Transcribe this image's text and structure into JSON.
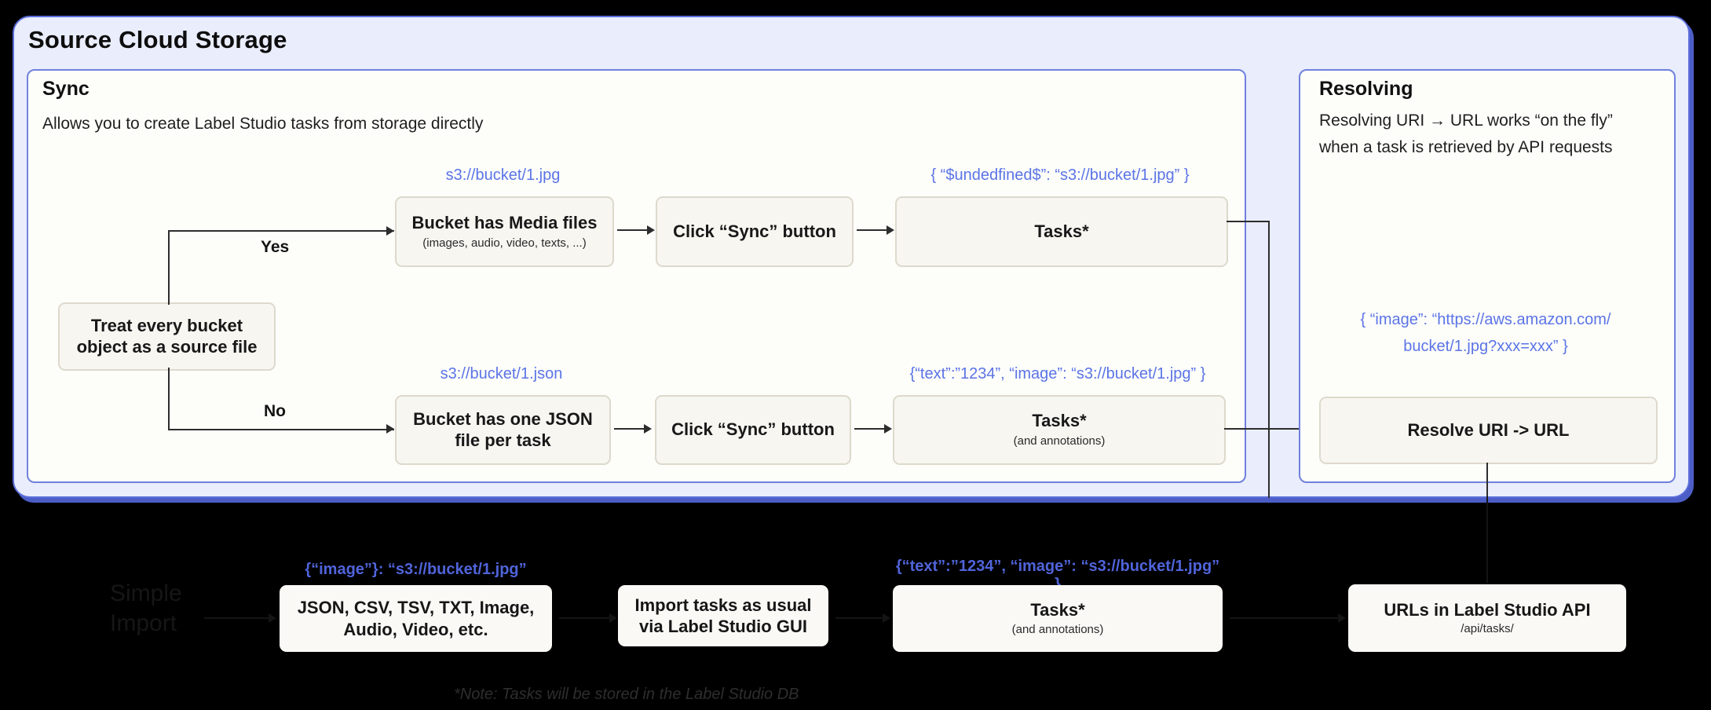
{
  "header": {
    "title": "Source Cloud Storage"
  },
  "sync_panel": {
    "title": "Sync",
    "subtitle": "Allows you to create Label Studio tasks from storage directly",
    "decision_box": {
      "line1": "Treat every bucket",
      "line2": "object as a source file"
    },
    "yes_label": "Yes",
    "no_label": "No",
    "yes_branch": {
      "uri_label": "s3://bucket/1.jpg",
      "media_box_title": "Bucket has Media files",
      "media_box_sub": "(images, audio, video, texts, ...)",
      "sync_button_box": "Click “Sync” button",
      "tasks_label": "{ “$undedfined$”: “s3://bucket/1.jpg” }",
      "tasks_box_title": "Tasks*"
    },
    "no_branch": {
      "uri_label": "s3://bucket/1.json",
      "json_box": {
        "line1": "Bucket has one JSON",
        "line2": "file per task"
      },
      "sync_button_box": "Click “Sync” button",
      "tasks_label": "{“text”:”1234”,  “image”: “s3://bucket/1.jpg” }",
      "tasks_box_title": "Tasks*",
      "tasks_box_sub": "(and annotations)"
    }
  },
  "resolving_panel": {
    "title": "Resolving",
    "description_line1": "Resolving URI → URL works “on the fly”",
    "description_line2": "when a task is retrieved by API requests",
    "json_line1": "{ “image”: “https://aws.amazon.com/",
    "json_line2": "bucket/1.jpg?xxx=xxx” }",
    "resolve_box": "Resolve URI -> URL"
  },
  "import_section": {
    "title": {
      "line1": "Simple",
      "line2": "Import"
    },
    "formats_label": "{“image”}: “s3://bucket/1.jpg”",
    "formats_box": {
      "line1": "JSON, CSV, TSV, TXT, Image,",
      "line2": "Audio, Video, etc."
    },
    "gui_box": {
      "line1": "Import tasks as usual",
      "line2": "via Label Studio GUI"
    },
    "tasks_label": "{“text”:”1234”,  “image”: “s3://bucket/1.jpg” }",
    "tasks_box_title": "Tasks*",
    "tasks_box_sub": "(and annotations)",
    "api_box_title": "URLs in Label Studio API",
    "api_box_sub": "/api/tasks/",
    "note": "*Note: Tasks will be stored in the Label Studio DB"
  }
}
